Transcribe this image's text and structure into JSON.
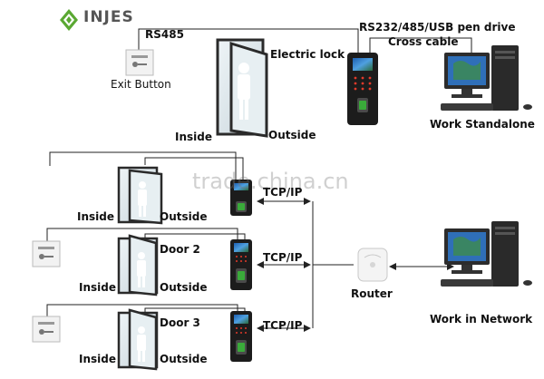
{
  "logo": {
    "text": "INJES"
  },
  "watermark": {
    "text": "trade.china.cn"
  },
  "standalone": {
    "rs485_label": "RS485",
    "exit_button_label": "Exit Button",
    "electric_lock_label": "Electric lock",
    "pen_drive_label": "RS232/485/USB pen drive",
    "cross_cable_label": "Cross cable",
    "inside_label": "Inside",
    "outside_label": "Outside",
    "pc_label": "Work Standalone"
  },
  "network": {
    "doors": [
      {
        "name": "",
        "inside": "Inside",
        "outside": "Outside",
        "link": "TCP/IP"
      },
      {
        "name": "Door 2",
        "inside": "Inside",
        "outside": "Outside",
        "link": "TCP/IP"
      },
      {
        "name": "Door 3",
        "inside": "Inside",
        "outside": "Outside",
        "link": "TCP/IP"
      }
    ],
    "router_label": "Router",
    "pc_label": "Work in Network"
  },
  "colors": {
    "line": "#222222",
    "glass": "#dfe8ec",
    "frame": "#2a2a2a",
    "device": "#1c1c1c",
    "logo_green": "#5aa832"
  }
}
